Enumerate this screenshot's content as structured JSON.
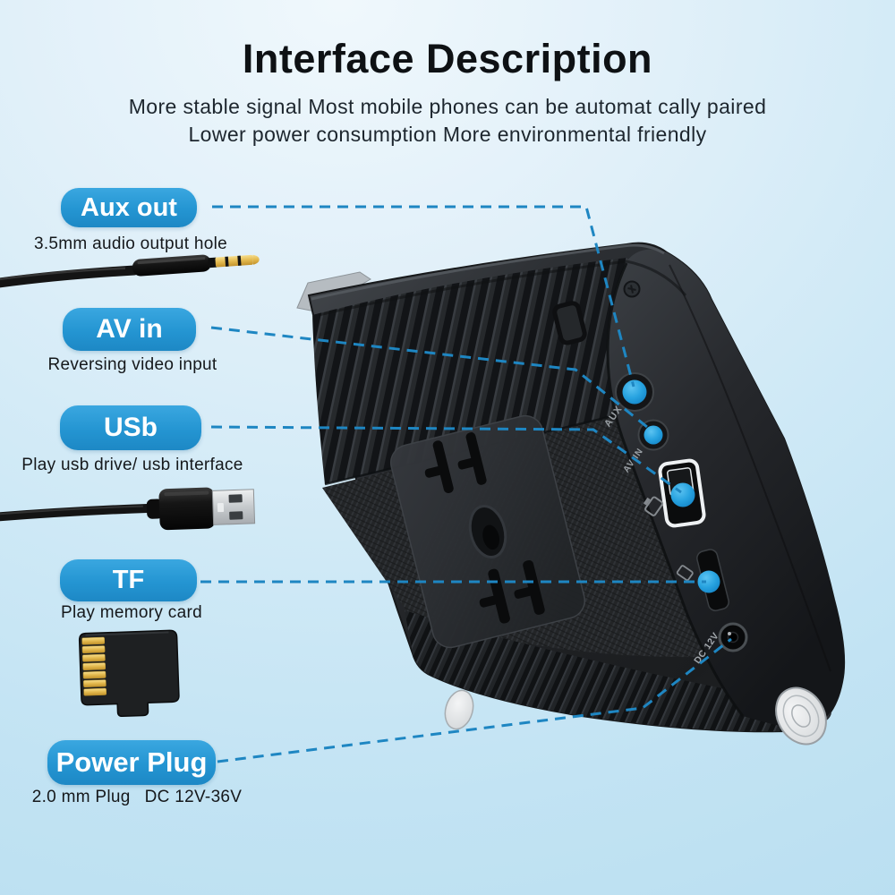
{
  "header": {
    "title": "Interface Description",
    "subtitle_line1": "More stable signal Most mobile phones can be automat cally paired",
    "subtitle_line2": "Lower power consumption More environmental friendly"
  },
  "callouts": {
    "aux": {
      "label": "Aux out",
      "caption": "3.5mm audio output hole"
    },
    "av_in": {
      "label": "AV in",
      "caption": "Reversing video input"
    },
    "usb": {
      "label": "USb",
      "caption": "Play usb drive/ usb interface"
    },
    "tf": {
      "label": "TF",
      "caption": "Play memory card"
    },
    "power": {
      "label": "Power Plug",
      "caption_plug": "2.0 mm Plug",
      "caption_voltage": "DC 12V-36V"
    }
  },
  "device_markings": {
    "aux_port": "AUX",
    "av_in_port": "AV IN",
    "dc_port": "DC 12V"
  },
  "colors": {
    "callout_button": "#2495d2",
    "dashed_line": "#1e86c2",
    "port_dot_blue": "#28a3e0",
    "background_top": "#f0f8fc",
    "background_bottom": "#badff1",
    "device_body": "#232528",
    "tf_pins_gold": "#e6c76d",
    "title_text": "#0e1114",
    "body_text": "#15181b"
  }
}
